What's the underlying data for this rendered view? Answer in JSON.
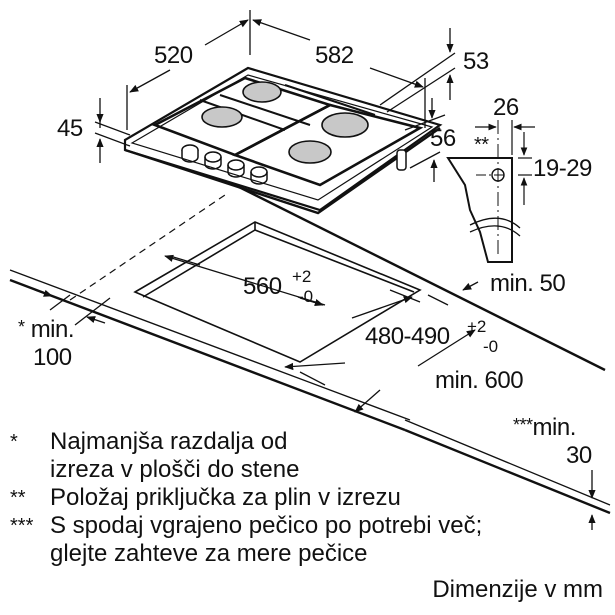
{
  "diagram": {
    "type": "installation-dimension-drawing",
    "subject": "built-in gas hob with 4 burners and 4 control knobs",
    "dimensions": {
      "hob_depth": "520",
      "hob_width": "582",
      "hob_height": "45",
      "top_clearance": "53",
      "side_height": "56",
      "gas_connection_offset": "26",
      "gas_connection_marker": "**",
      "gas_connection_depth": "19-29",
      "cutout_width_value": "560",
      "cutout_width_tol_plus": "+2",
      "cutout_width_tol_minus": "-0",
      "cutout_depth_value": "480-490",
      "cutout_depth_tol_plus": "+2",
      "cutout_depth_tol_minus": "-0",
      "min_back_edge": "min. 50",
      "min_worktop_depth": "min. 600",
      "min_wall_marker": "*",
      "min_wall_label": "min.",
      "min_wall_value": "100",
      "min_thickness_marker": "***",
      "min_thickness_label": "min.",
      "min_thickness_value": "30"
    },
    "notes": [
      {
        "marker": "*",
        "lines": [
          "Najmanjša razdalja od",
          "izreza v plošči do stene"
        ]
      },
      {
        "marker": "**",
        "lines": [
          "Položaj priključka za plin v izrezu"
        ]
      },
      {
        "marker": "***",
        "lines": [
          "S spodaj vgrajeno pečico po potrebi več;",
          "glejte zahteve za mere pečice"
        ]
      }
    ],
    "units_label": "Dimenzije v mm",
    "colors": {
      "line": "#111111",
      "burner_cap": "#c8c8c8",
      "background": "#ffffff"
    }
  }
}
